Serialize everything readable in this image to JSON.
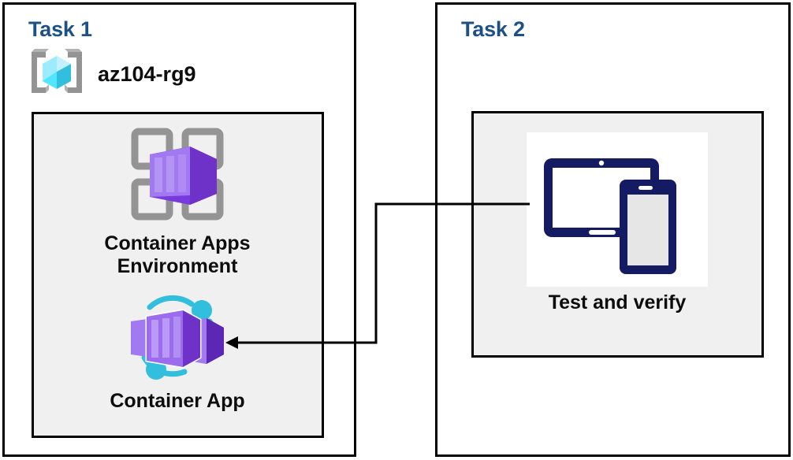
{
  "diagram": {
    "title_color": "#1D5086",
    "text_color": "#0D0D0D",
    "border_color": "#000000",
    "inner_box_fill": "#F0F0F0",
    "accent_purple": "#6E32C9",
    "accent_cyan": "#32BEDD",
    "accent_navy": "#151B63",
    "icon_gray": "#949494"
  },
  "panels": [
    {
      "id": "task1",
      "title": "Task 1",
      "resource_group": {
        "icon": "resource-group-icon",
        "label": "az104-rg9"
      },
      "nodes": [
        {
          "id": "container-apps-environment",
          "icon": "container-apps-environment-icon",
          "label": "Container Apps\nEnvironment"
        },
        {
          "id": "container-app",
          "icon": "container-app-icon",
          "label": "Container App"
        }
      ]
    },
    {
      "id": "task2",
      "title": "Task 2",
      "nodes": [
        {
          "id": "test-and-verify",
          "icon": "devices-test-icon",
          "label": "Test and verify"
        }
      ]
    }
  ],
  "connector": {
    "id": "test-to-container-app-connector",
    "from": "test-and-verify",
    "to": "container-app",
    "arrow_direction": "left",
    "stroke": "#000000"
  }
}
